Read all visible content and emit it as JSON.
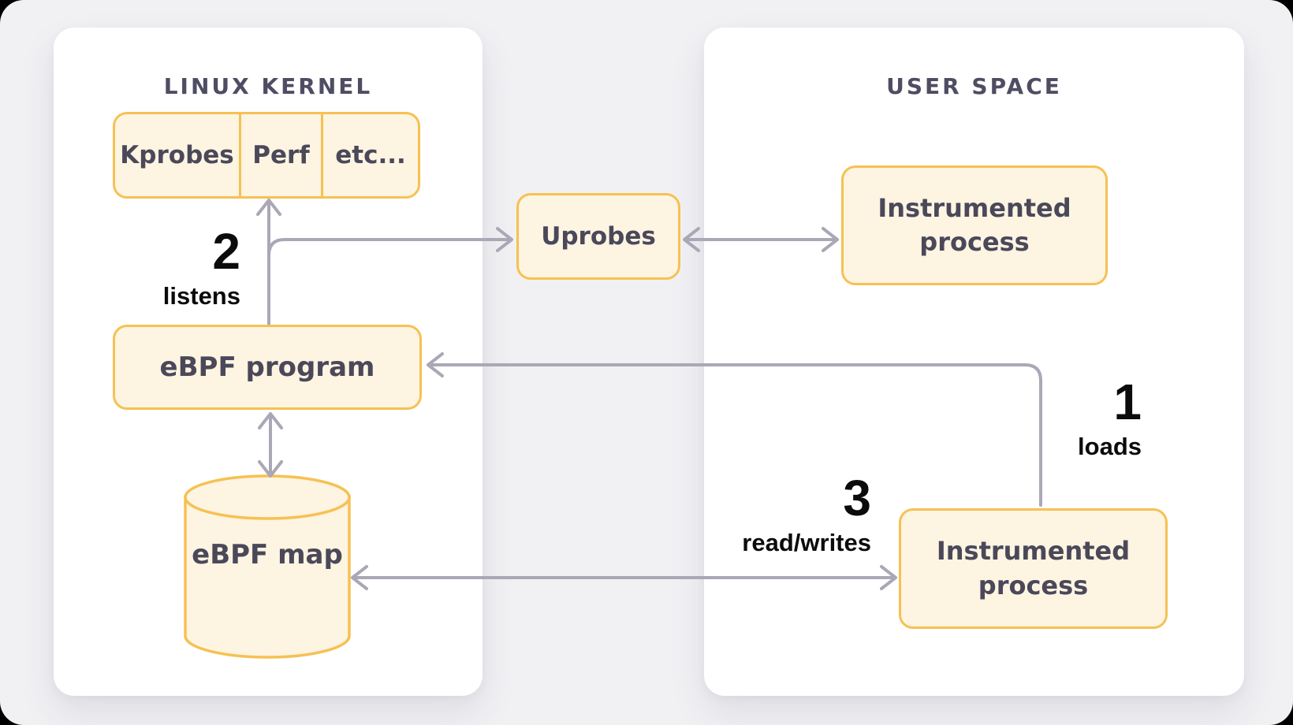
{
  "colors": {
    "page_background": "#f1f1f4",
    "panel_background": "#ffffff",
    "accent_border": "#f6c153",
    "box_fill": "#fdf4e2",
    "arrow": "#aaa8b6",
    "box_text": "#4a4859",
    "panel_title_text": "#4f4d63",
    "step_label_text": "#0b0b0b"
  },
  "kernel_panel": {
    "title": "LINUX KERNEL",
    "probe_boxes": [
      "Kprobes",
      "Perf",
      "etc..."
    ],
    "program_box": "eBPF program",
    "map_box": "eBPF map"
  },
  "user_panel": {
    "title": "USER SPACE",
    "top_process_box": "Instrumented process",
    "bottom_process_box": "Instrumented process"
  },
  "uprobes_box": "Uprobes",
  "edge_labels": {
    "loads": {
      "number": "1",
      "label": "loads"
    },
    "listens": {
      "number": "2",
      "label": "listens"
    },
    "read_writes": {
      "number": "3",
      "label": "read/writes"
    }
  }
}
